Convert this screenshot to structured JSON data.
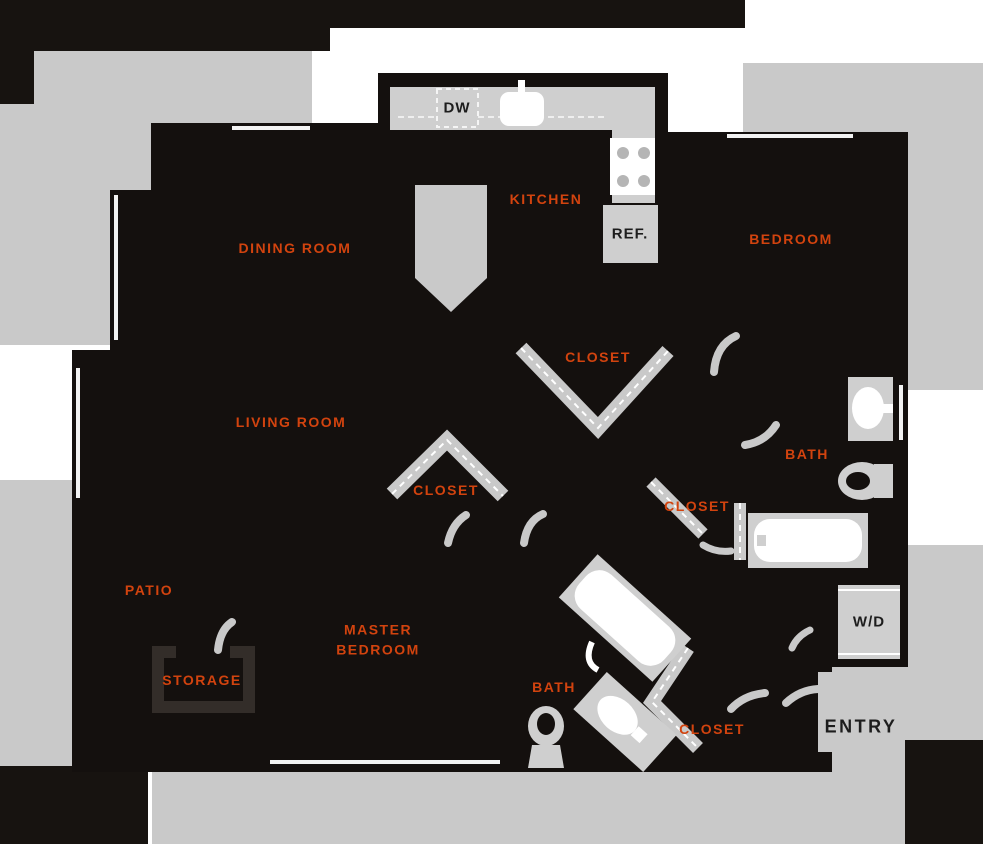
{
  "floor_plan": {
    "rooms": {
      "dining": "DINING ROOM",
      "kitchen": "KITCHEN",
      "bedroom": "BEDROOM",
      "living": "LIVING ROOM",
      "closet_hall": "CLOSET",
      "closet_living": "CLOSET",
      "closet_bath": "CLOSET",
      "closet_entry": "CLOSET",
      "bath_right": "BATH",
      "bath_lower": "BATH",
      "patio": "PATIO",
      "master": "MASTER BEDROOM",
      "storage": "STORAGE"
    },
    "appliances": {
      "dishwasher": "DW",
      "refrigerator": "REF.",
      "washer_dryer": "W/D"
    },
    "entry": "ENTRY",
    "colors": {
      "label_accent": "#d2430e",
      "unit_fill": "#14100e",
      "neighbor_gray": "#c9c9c9",
      "fixture_gray": "#cfcfcf",
      "fixture_white": "#ffffff",
      "background": "#ffffff"
    }
  }
}
